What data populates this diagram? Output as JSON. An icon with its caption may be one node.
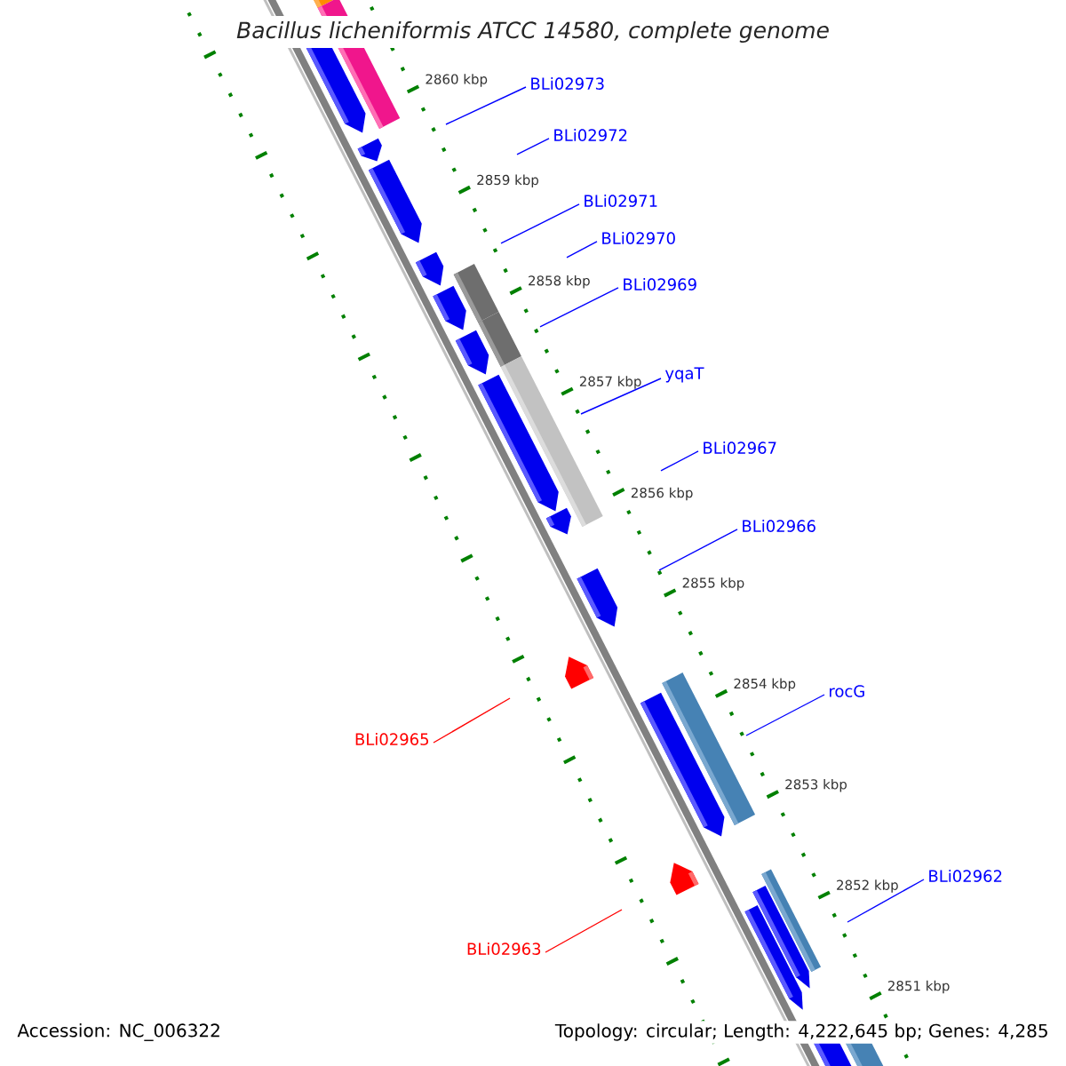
{
  "diagram": {
    "title": "Bacillus licheniformis ATCC 14580, complete genome",
    "nodes": [
      {
        "text": [
          "BLi02973"
        ]
      },
      {
        "text": [
          "BLi02972"
        ]
      },
      {
        "text": [
          "BLi02971"
        ]
      },
      {
        "text": [
          "BLi02970"
        ]
      },
      {
        "text": [
          "BLi02969"
        ]
      },
      {
        "text": [
          "yqaT"
        ]
      },
      {
        "text": [
          "BLi02967"
        ]
      },
      {
        "text": [
          "BLi02966"
        ]
      },
      {
        "text": [
          "rocG"
        ]
      },
      {
        "text": [
          "BLi02965"
        ]
      },
      {
        "text": [
          "BLi02962"
        ]
      },
      {
        "text": [
          "BLi02963"
        ]
      }
    ],
    "edges": [
      {
        "from": 0,
        "to": null,
        "arrow": "none"
      },
      {
        "from": 1,
        "to": null,
        "arrow": "none"
      },
      {
        "from": 2,
        "to": null,
        "arrow": "none"
      },
      {
        "from": 3,
        "to": null,
        "arrow": "none"
      },
      {
        "from": 4,
        "to": null,
        "arrow": "none"
      },
      {
        "from": 5,
        "to": null,
        "arrow": "none"
      },
      {
        "from": 6,
        "to": null,
        "arrow": "none"
      },
      {
        "from": 7,
        "to": null,
        "arrow": "none"
      },
      {
        "from": 8,
        "to": null,
        "arrow": "none"
      },
      {
        "from": 9,
        "to": null,
        "arrow": "none",
        "color": "#ff0000"
      },
      {
        "from": 10,
        "to": null,
        "arrow": "none"
      },
      {
        "from": 11,
        "to": null,
        "arrow": "none",
        "color": "#ff0000"
      }
    ],
    "labels": [
      "2860 kbp",
      "2859 kbp",
      "2858 kbp",
      "2857 kbp",
      "2856 kbp",
      "2855 kbp",
      "2854 kbp",
      "2853 kbp",
      "2852 kbp",
      "2851 kbp",
      "Accession: NC_006322",
      "Topology: circular; Length: 4,222,645 bp; Genes: 4,285"
    ]
  }
}
